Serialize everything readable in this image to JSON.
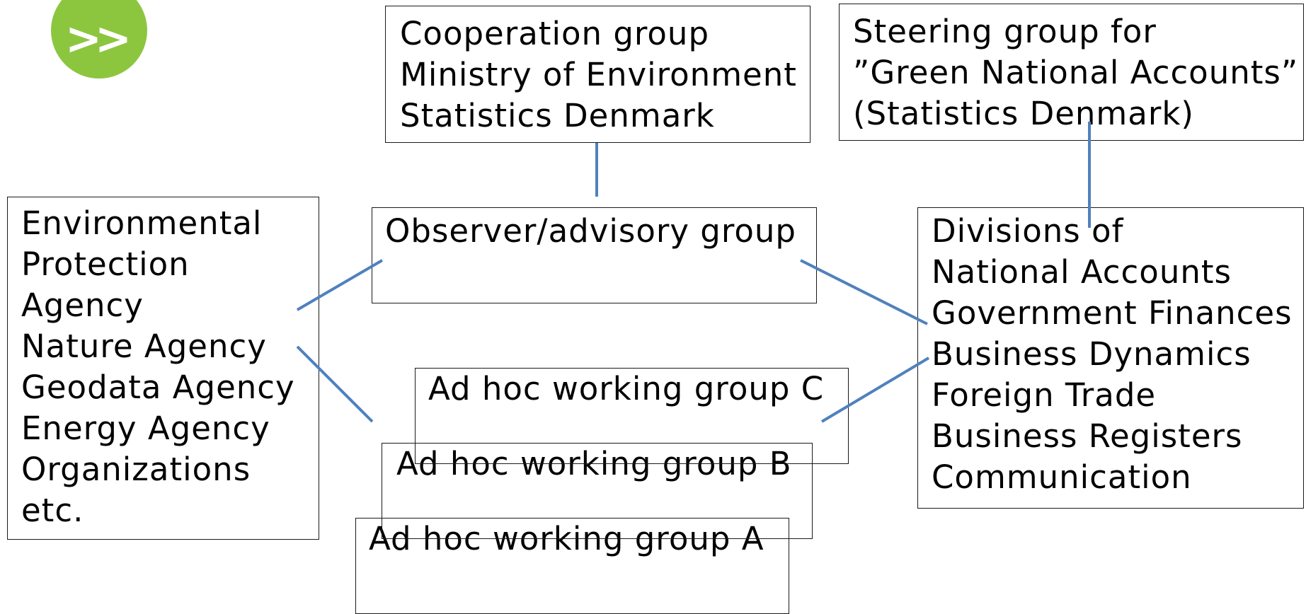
{
  "nav": {
    "symbol": ">>",
    "color": "#8cc63f"
  },
  "connector_color": "#4f81bd",
  "cooperation_group": {
    "lines": [
      "Cooperation group",
      "Ministry of Environment",
      "Statistics Denmark"
    ]
  },
  "steering_group": {
    "lines": [
      "Steering group for",
      "”Green National Accounts”",
      "(Statistics Denmark)"
    ]
  },
  "agencies": {
    "lines": [
      "Environmental",
      "Protection",
      "Agency",
      "Nature Agency",
      "Geodata Agency",
      "Energy Agency",
      "Organizations",
      "etc."
    ]
  },
  "observer_group": {
    "label": "Observer/advisory group"
  },
  "divisions": {
    "lines": [
      "Divisions of",
      "National Accounts",
      "Government Finances",
      "Business Dynamics",
      "Foreign Trade",
      "Business Registers",
      "Communication"
    ]
  },
  "working_groups": {
    "c": "Ad hoc working group C",
    "b": "Ad hoc working group B",
    "a": "Ad hoc working group A"
  }
}
